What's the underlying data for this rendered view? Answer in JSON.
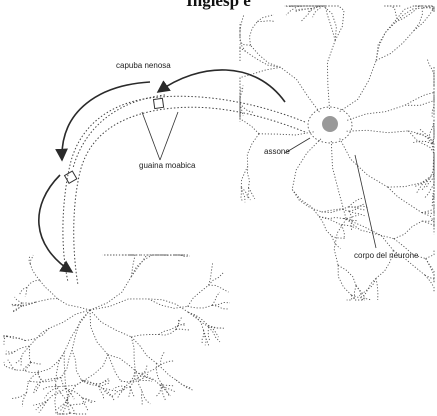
{
  "title": "Ingiesp e",
  "labels": {
    "cap_label": "capuba nenosa",
    "sheath_label": "guaina moabica",
    "axon_label": "assone",
    "body_label": "corpo del neurone"
  },
  "colors": {
    "line": "#2a2a2a",
    "dots": "#555555",
    "nucleus": "#666666"
  }
}
